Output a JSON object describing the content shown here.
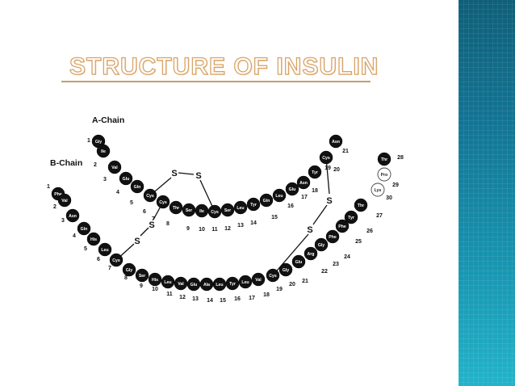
{
  "slide": {
    "title": "STRUCTURE OF INSULIN",
    "colors": {
      "accent": "#c99a6a",
      "side_panel": "#127392",
      "residue_fill": "#111111"
    }
  },
  "diagram": {
    "labels": {
      "a_chain": "A-Chain",
      "b_chain": "B-Chain",
      "disulfide": "S"
    },
    "a_chain": {
      "residues": [
        "Gly",
        "Ile",
        "Val",
        "Glu",
        "Gln",
        "Cys",
        "Cys",
        "Thr",
        "Ser",
        "Ile",
        "Cys",
        "Ser",
        "Leu",
        "Tyr",
        "Gln",
        "Leu",
        "Glu",
        "Asn",
        "Tyr",
        "Cys",
        "Asn"
      ],
      "numbers": [
        "1",
        "2",
        "3",
        "4",
        "5",
        "6",
        "7",
        "8",
        "9",
        "10",
        "11",
        "12",
        "13",
        "14",
        "15",
        "16",
        "17",
        "18",
        "19",
        "20",
        "21"
      ]
    },
    "b_chain": {
      "residues": [
        "Phe",
        "Val",
        "Asn",
        "Gln",
        "His",
        "Leu",
        "Cys",
        "Gly",
        "Ser",
        "His",
        "Leu",
        "Val",
        "Glu",
        "Ala",
        "Leu",
        "Tyr",
        "Leu",
        "Val",
        "Cys",
        "Gly",
        "Glu",
        "Arg",
        "Gly",
        "Phe",
        "Phe",
        "Tyr",
        "Thr",
        "Pro",
        "Lys",
        "Thr"
      ],
      "numbers": [
        "1",
        "2",
        "3",
        "4",
        "5",
        "6",
        "7",
        "8",
        "9",
        "10",
        "11",
        "12",
        "13",
        "14",
        "15",
        "16",
        "17",
        "18",
        "19",
        "20",
        "21",
        "22",
        "23",
        "24",
        "25",
        "26",
        "27",
        "28",
        "29",
        "30"
      ],
      "outlined_residues": [
        "Pro",
        "Lys"
      ]
    }
  }
}
